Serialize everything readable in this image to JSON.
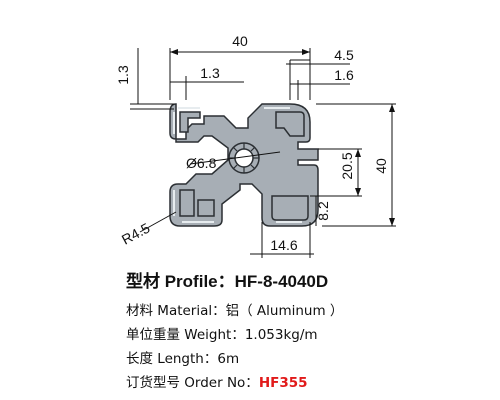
{
  "drawing": {
    "dimensions": {
      "width": "40",
      "height": "40",
      "slot_offset": "4.5",
      "slot_opening": "1.6",
      "wall_thickness": "1.3",
      "wall_thickness_side": "1.3",
      "center_bore": "Ø6.8",
      "slot_spacing": "20.5",
      "slot_depth": "8.2",
      "slot_width": "14.6",
      "corner_radius": "R4.5"
    },
    "colors": {
      "profile": "#a7aeb5",
      "outline": "#2b2f33",
      "highlight": "#e7ecef"
    }
  },
  "spec": {
    "title_label": "型材 Profile：",
    "title_value": "HF-8-4040D",
    "material_label": "材料 Material：",
    "material_value": "铝（ Aluminum ）",
    "weight_label": "单位重量 Weight：",
    "weight_value": "1.053kg/m",
    "length_label": "长度 Length：",
    "length_value": "6m",
    "order_label": "订货型号 Order No：",
    "order_value": "HF355",
    "order_color": "#e11a1a"
  }
}
